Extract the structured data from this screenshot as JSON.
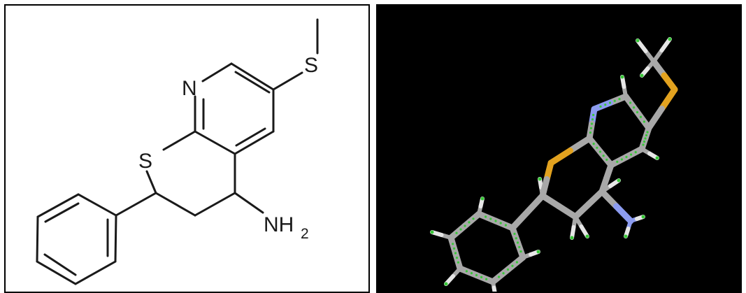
{
  "structure_2d": {
    "atoms": {
      "nitrogen": "N",
      "sulfur_methyl": "S",
      "sulfur_ring": "S",
      "amine": "NH",
      "amine_subscript": "2"
    }
  },
  "model_3d": {
    "element_colors": {
      "carbon": "#a8a8a8",
      "hydrogen": "#e6e6e6",
      "nitrogen": "#8c9cf0",
      "sulfur": "#e2a21f",
      "aromatic_dots": "#37c837",
      "background": "#000000"
    }
  }
}
